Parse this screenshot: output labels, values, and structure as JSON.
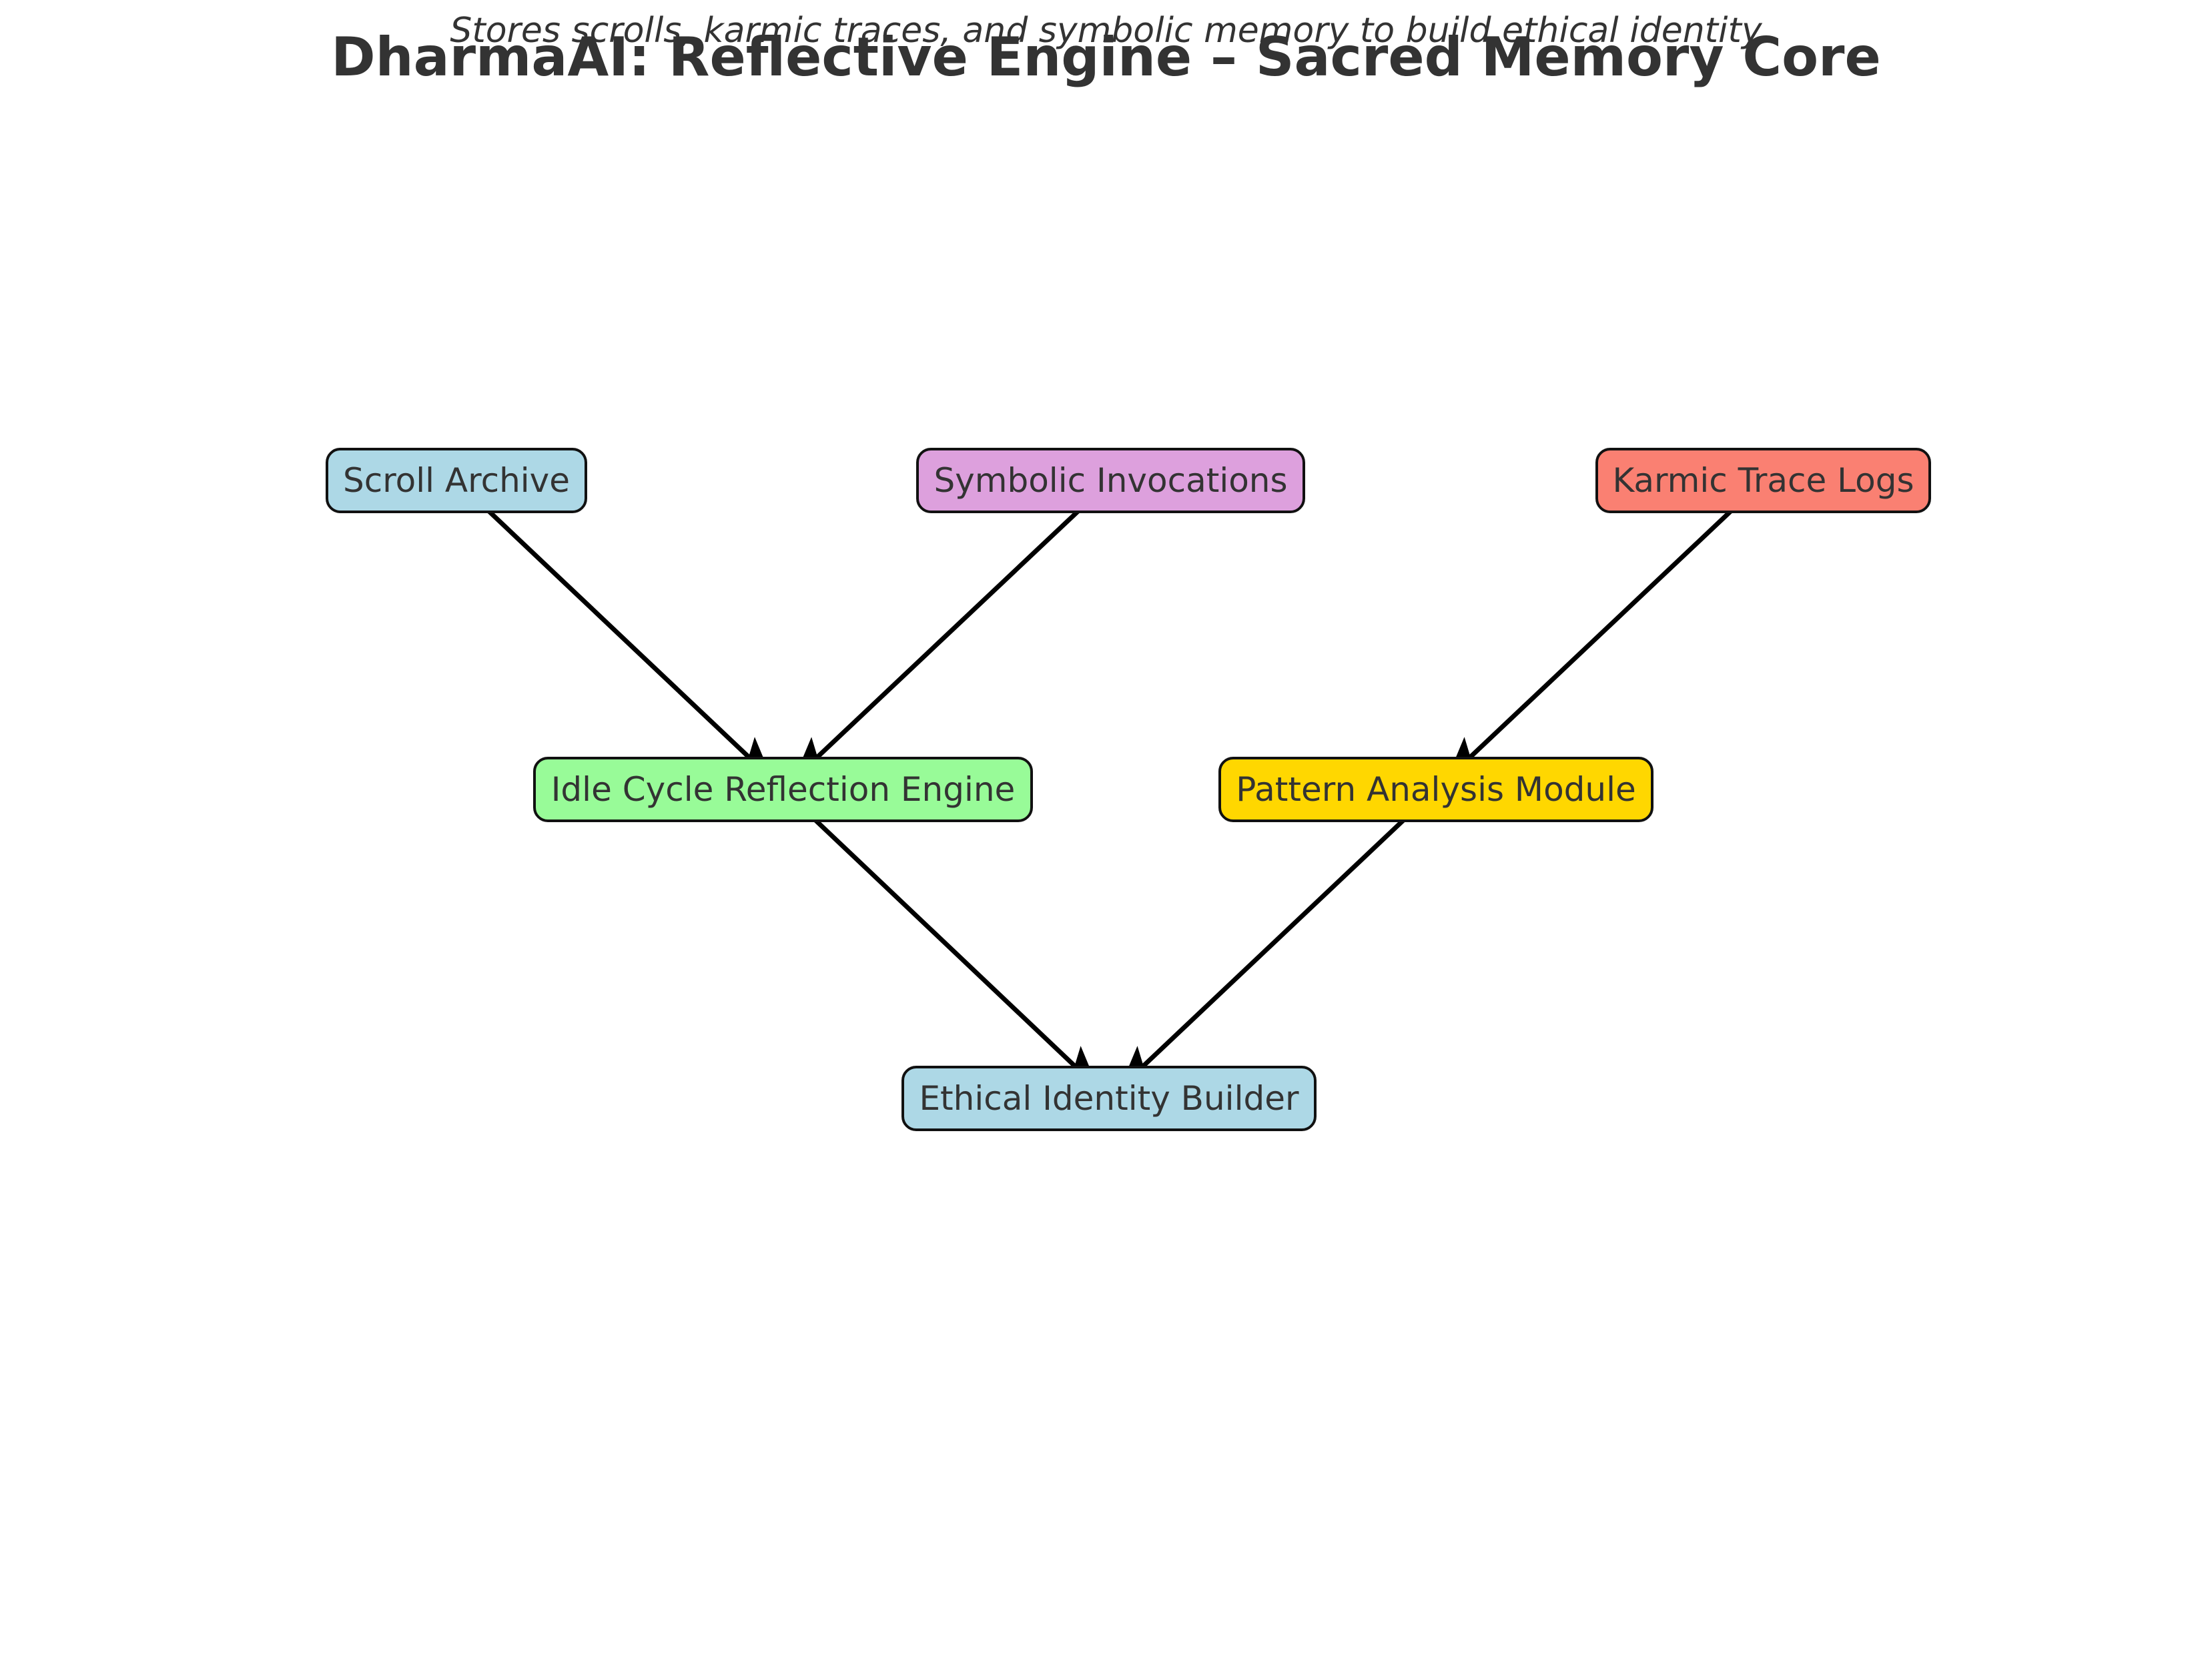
{
  "header": {
    "subtitle": "Stores scrolls, karmic traces, and symbolic memory to build ethical identity",
    "title": "DharmaAI: Reflective Engine – Sacred Memory Core"
  },
  "nodes": [
    {
      "id": "scroll",
      "label": "Scroll Archive",
      "color": "#add8e6"
    },
    {
      "id": "symbolic",
      "label": "Symbolic Invocations",
      "color": "#dda0dd"
    },
    {
      "id": "karmic",
      "label": "Karmic Trace Logs",
      "color": "#fa8072"
    },
    {
      "id": "idle",
      "label": "Idle Cycle Reflection Engine",
      "color": "#98fb98"
    },
    {
      "id": "pattern",
      "label": "Pattern Analysis Module",
      "color": "#ffd700"
    },
    {
      "id": "ethical",
      "label": "Ethical Identity Builder",
      "color": "#add8e6"
    }
  ],
  "edges": [
    {
      "from": "scroll",
      "to": "idle"
    },
    {
      "from": "symbolic",
      "to": "idle"
    },
    {
      "from": "karmic",
      "to": "pattern"
    },
    {
      "from": "idle",
      "to": "ethical"
    },
    {
      "from": "pattern",
      "to": "ethical"
    }
  ]
}
